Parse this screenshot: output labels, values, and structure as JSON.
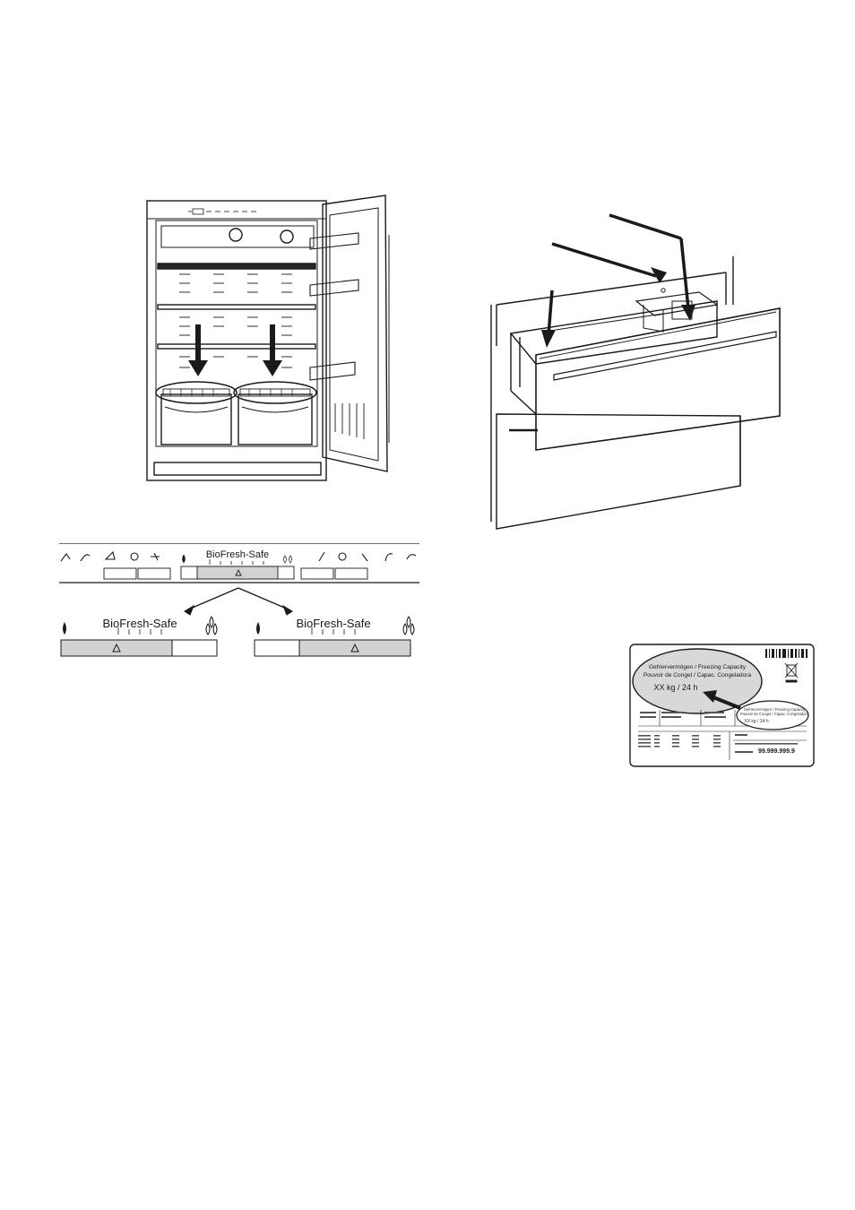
{
  "strip": {
    "label": "BioFresh-Safe"
  },
  "left_variant": {
    "label": "BioFresh-Safe"
  },
  "right_variant": {
    "label": "BioFresh-Safe"
  },
  "rating_plate": {
    "line1": "Gefriervermögen / Freezing Capacity",
    "line2": "Pouvoir de Congel / Capac. Congeladora",
    "line3": "XX kg / 24 h",
    "small_line1": "Gefriervermögen / Freezing Capacity",
    "small_line2": "Pouvoir de Congel / Capac. Congeladora",
    "small_line3": "XX kg / 24 h",
    "serial": "99.999.999.9"
  }
}
